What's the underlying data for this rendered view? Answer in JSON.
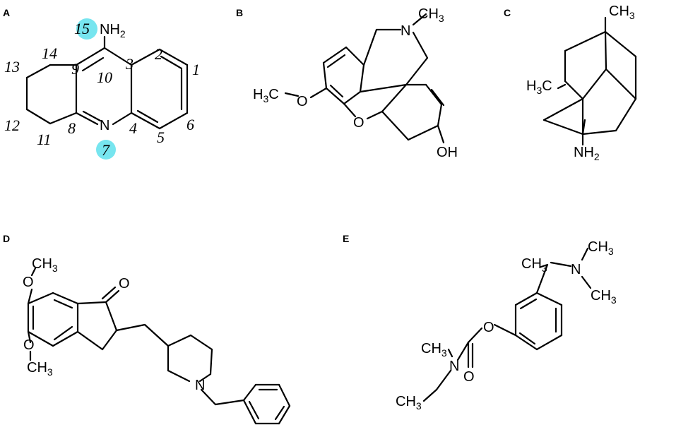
{
  "panels": {
    "a": {
      "letter": "A",
      "atoms": {
        "nh2": "NH",
        "nh2_sub": "2",
        "n": "N"
      },
      "numbers": {
        "n1": "1",
        "n2": "2",
        "n3": "3",
        "n4": "4",
        "n5": "5",
        "n6": "6",
        "n7": "7",
        "n8": "8",
        "n9": "9",
        "n10": "10",
        "n11": "11",
        "n12": "12",
        "n13": "13",
        "n14": "14",
        "n15": "15"
      },
      "highlight_color": "#5fe0ec"
    },
    "b": {
      "letter": "B",
      "atoms": {
        "ch3": "CH",
        "ch3_sub": "3",
        "n": "N",
        "h3co": "H",
        "h3co_sub": "3",
        "h3co_rest": "C",
        "o_ether": "O",
        "o_ring": "O",
        "oh": "OH"
      }
    },
    "c": {
      "letter": "C",
      "atoms": {
        "ch3": "CH",
        "ch3_sub": "3",
        "h3c": "H",
        "h3c_sub": "3",
        "h3c_rest": "C",
        "nh2": "NH",
        "nh2_sub": "2"
      }
    },
    "d": {
      "letter": "D",
      "atoms": {
        "ch3_top": "CH",
        "ch3_top_sub": "3",
        "o_top": "O",
        "o_keto": "O",
        "o_bot": "O",
        "ch3_bot": "CH",
        "ch3_bot_sub": "3",
        "n": "N"
      }
    },
    "e": {
      "letter": "E",
      "atoms": {
        "ch3_a": "CH",
        "ch3_a_sub": "3",
        "n_amine": "N",
        "ch3_b": "CH",
        "ch3_b_sub": "3",
        "ch3_c": "CH",
        "ch3_c_sub": "3",
        "o_ester": "O",
        "ch3_d": "CH",
        "ch3_d_sub": "3",
        "n_carb": "N",
        "o_carbonyl": "O",
        "ch3_e": "CH",
        "ch3_e_sub": "3"
      }
    }
  }
}
